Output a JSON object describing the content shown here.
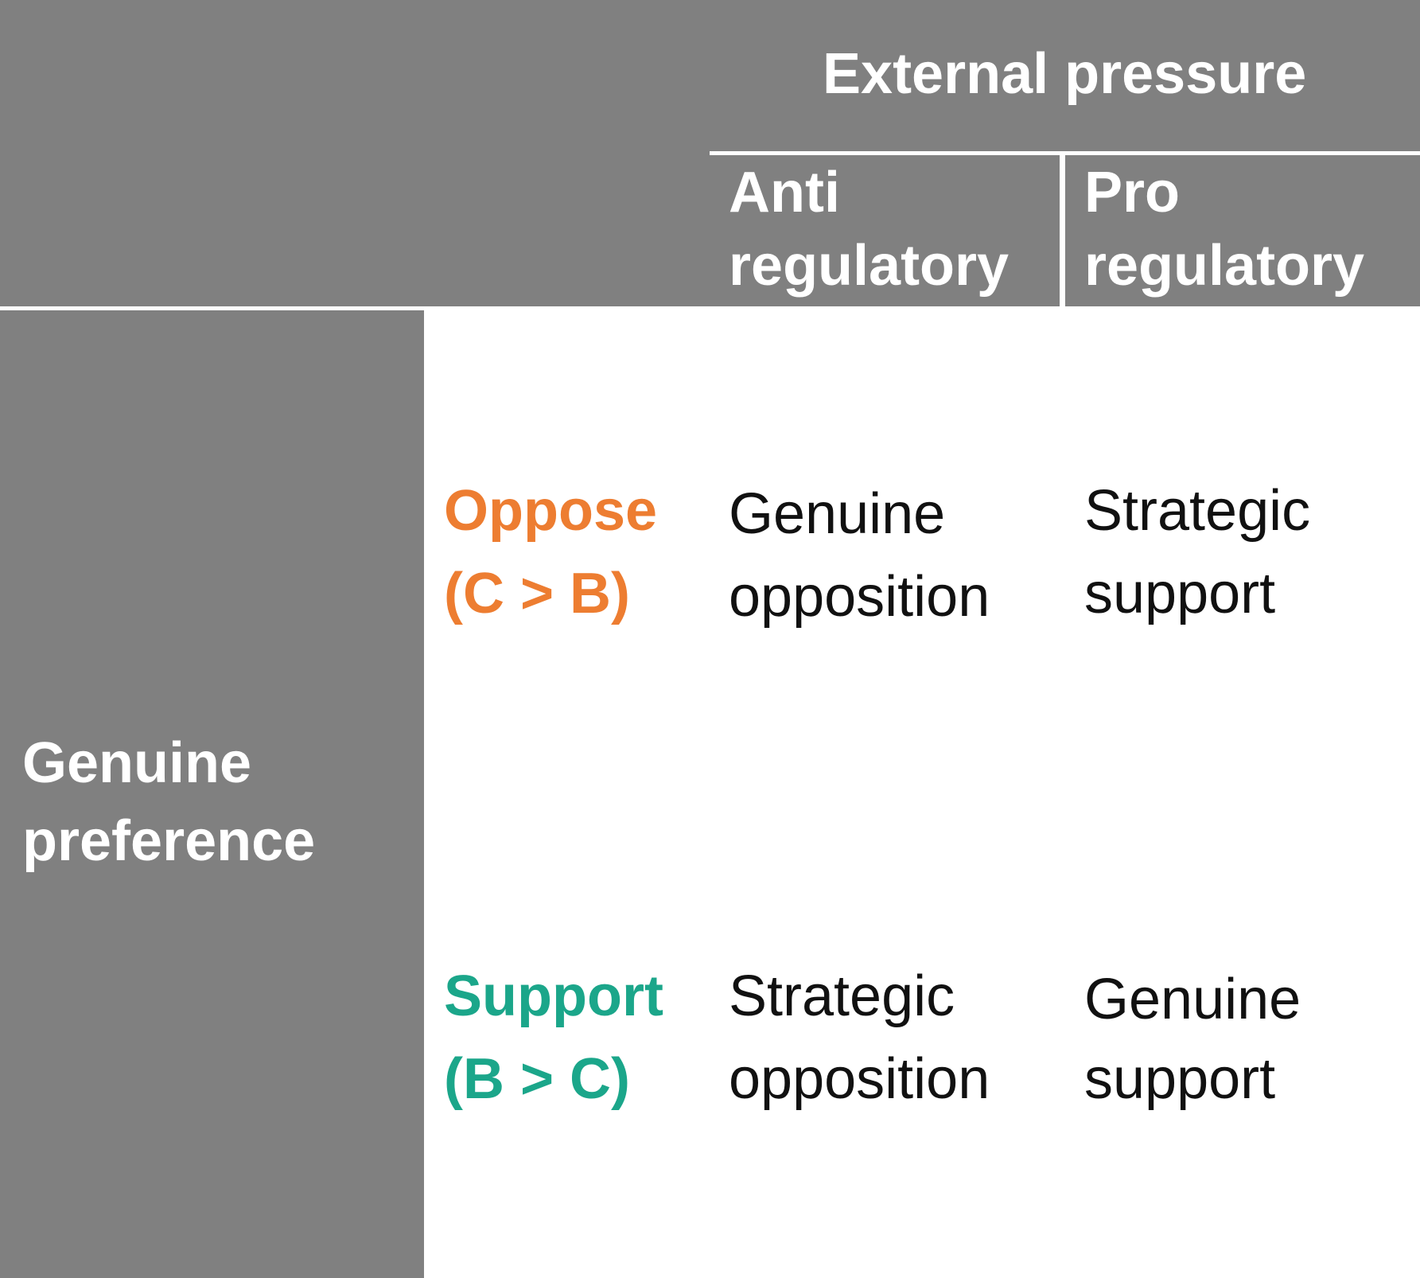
{
  "header": {
    "title": "External pressure",
    "columns": [
      {
        "line1": "Anti",
        "line2": "regulatory"
      },
      {
        "line1": "Pro",
        "line2": "regulatory"
      }
    ]
  },
  "side": {
    "label_line1": "Genuine",
    "label_line2": "preference"
  },
  "rows": [
    {
      "label_line1": "Oppose",
      "label_line2": "(C > B)",
      "color": "#ED7D31",
      "cells": [
        {
          "line1": "Genuine",
          "line2": "opposition"
        },
        {
          "line1": "Strategic",
          "line2": "support"
        }
      ]
    },
    {
      "label_line1": "Support",
      "label_line2": "(B > C)",
      "color": "#1BA68A",
      "cells": [
        {
          "line1": "Strategic",
          "line2": "opposition"
        },
        {
          "line1": "Genuine",
          "line2": "support"
        }
      ]
    }
  ],
  "colors": {
    "header_bg": "#808080",
    "header_text": "#FFFFFF",
    "body_text": "#111111"
  }
}
